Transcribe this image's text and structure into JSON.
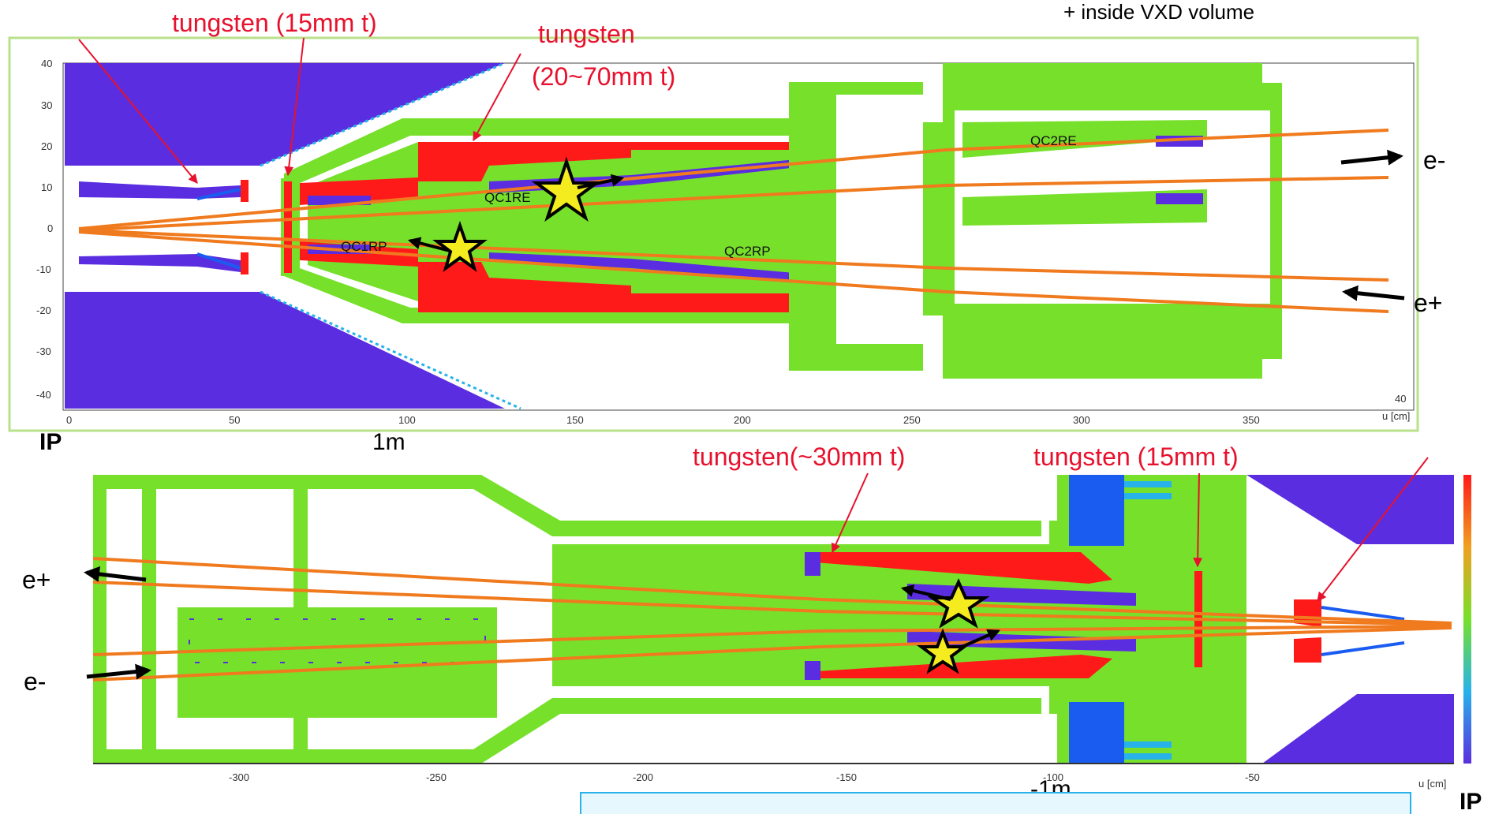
{
  "top_panel": {
    "labels": {
      "tungsten_15": "tungsten (15mm t)",
      "tungsten_20_line1": "tungsten",
      "tungsten_20_line2": "(20~70mm t)",
      "vxd": "+ inside VXD volume",
      "ip": "IP",
      "one_m": "1m",
      "e_minus": "e-",
      "e_plus": "e+",
      "qc1re": "QC1RE",
      "qc1rp": "QC1RP",
      "qc2re": "QC2RE",
      "qc2rp": "QC2RP"
    },
    "axis": {
      "x_ticks": [
        "0",
        "50",
        "100",
        "150",
        "200",
        "250",
        "300",
        "350",
        "40"
      ],
      "y_ticks": [
        "40",
        "30",
        "20",
        "10",
        "0",
        "-10",
        "-20",
        "-30",
        "-40"
      ],
      "x_unit": "u [cm]"
    }
  },
  "bottom_panel": {
    "labels": {
      "tungsten_30": "tungsten(~30mm t)",
      "tungsten_15": "tungsten (15mm t)",
      "e_plus": "e+",
      "e_minus": "e-",
      "minus_one_m": "-1m",
      "ip": "IP"
    },
    "axis": {
      "x_ticks": [
        "-300",
        "-250",
        "-200",
        "-150",
        "-100",
        "-50"
      ],
      "x_unit": "u [cm]"
    }
  },
  "colors": {
    "tungsten": "#ff1a1a",
    "magnet_green": "#77e02b",
    "violet": "#5a2ee0",
    "beam_orange": "#f07a1e",
    "blue": "#1a5cf0",
    "annotation_red": "#e8112d",
    "star_yellow": "#f4ec1e"
  }
}
